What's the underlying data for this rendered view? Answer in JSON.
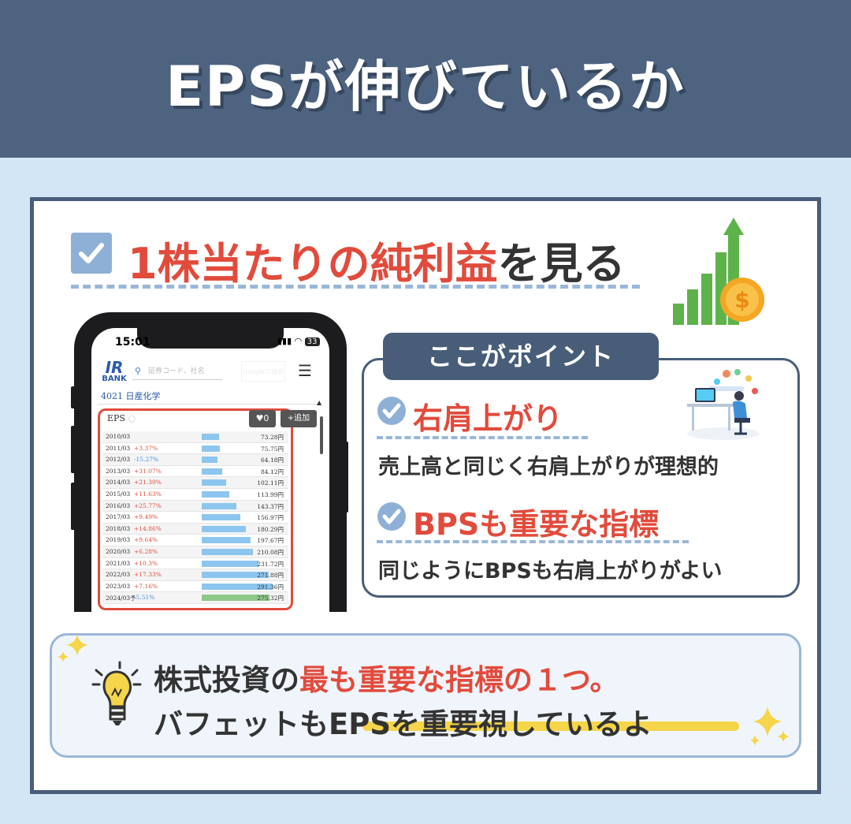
{
  "header": {
    "title": "EPSが伸びているか"
  },
  "main": {
    "heading_red": "1株当たりの純利益",
    "heading_dark": "を見る"
  },
  "phone": {
    "time": "15:01",
    "battery": "33",
    "logo_top": "IR",
    "logo_bottom": "BANK",
    "search_placeholder": "証券コード、社名",
    "ghost_button": "Googleで検索",
    "company": "4021 日産化学",
    "eps_label": "EPS",
    "eps_sub": "○",
    "fav_label": "♥0",
    "add_label": "+追加",
    "rows": [
      {
        "year": "2010/03",
        "change": "",
        "dir": "",
        "value": "73.28円",
        "bar": 0.24
      },
      {
        "year": "2011/03",
        "change": "+3.37%",
        "dir": "up",
        "value": "75.75円",
        "bar": 0.25
      },
      {
        "year": "2012/03",
        "change": "-15.27%",
        "dir": "down",
        "value": "64.18円",
        "bar": 0.22
      },
      {
        "year": "2013/03",
        "change": "+31.07%",
        "dir": "up",
        "value": "84.12円",
        "bar": 0.28
      },
      {
        "year": "2014/03",
        "change": "+21.39%",
        "dir": "up",
        "value": "102.11円",
        "bar": 0.34
      },
      {
        "year": "2015/03",
        "change": "+11.63%",
        "dir": "up",
        "value": "113.99円",
        "bar": 0.38
      },
      {
        "year": "2016/03",
        "change": "+25.77%",
        "dir": "up",
        "value": "143.37円",
        "bar": 0.48
      },
      {
        "year": "2017/03",
        "change": "+9.49%",
        "dir": "up",
        "value": "156.97円",
        "bar": 0.53
      },
      {
        "year": "2018/03",
        "change": "+14.86%",
        "dir": "up",
        "value": "180.29円",
        "bar": 0.61
      },
      {
        "year": "2019/03",
        "change": "+9.64%",
        "dir": "up",
        "value": "197.67円",
        "bar": 0.67
      },
      {
        "year": "2020/03",
        "change": "+6.28%",
        "dir": "up",
        "value": "210.08円",
        "bar": 0.71
      },
      {
        "year": "2021/03",
        "change": "+10.3%",
        "dir": "up",
        "value": "231.72円",
        "bar": 0.78
      },
      {
        "year": "2022/03",
        "change": "+17.33%",
        "dir": "up",
        "value": "271.88円",
        "bar": 0.92
      },
      {
        "year": "2023/03",
        "change": "+7.16%",
        "dir": "up",
        "value": "291.36円",
        "bar": 0.98
      },
      {
        "year": "2024/03予",
        "change": "-5.51%",
        "dir": "down",
        "value": "275.32円",
        "bar": 0.93,
        "forecast": true
      }
    ]
  },
  "points": {
    "tab_label": "ここがポイント",
    "items": [
      {
        "heading": "右肩上がり",
        "desc": "売上高と同じく右肩上がりが理想的"
      },
      {
        "heading": "BPSも重要な指標",
        "desc": "同じようにBPSも右肩上がりがよい"
      }
    ]
  },
  "tip": {
    "line1_plain": "株式投資の",
    "line1_red": "最も重要な指標の１つ。",
    "line2": "バフェットもEPSを重要視しているよ"
  },
  "colors": {
    "header_bg": "#4d6380",
    "page_bg": "#d3e6f5",
    "accent_red": "#e14b3c",
    "frame_navy": "#485d78",
    "dash_blue": "#9ab7d9",
    "highlight_yellow": "#f5d54a"
  },
  "icons": {
    "checkbox": "checkbox-icon",
    "growth": "growth-chart-icon",
    "coin": "dollar-coin-icon",
    "worker": "worker-computer-icon",
    "bulb": "lightbulb-icon",
    "sparkle": "sparkle-icon"
  }
}
